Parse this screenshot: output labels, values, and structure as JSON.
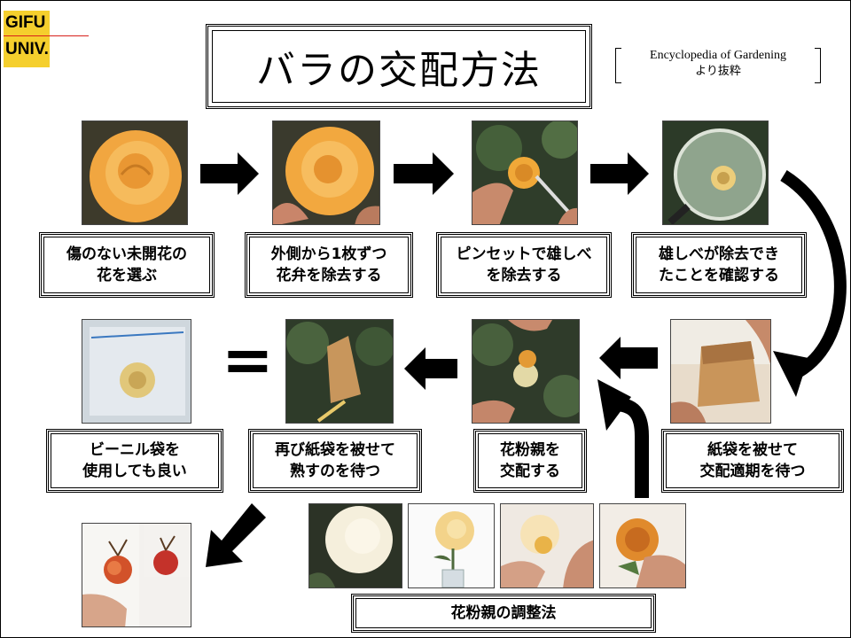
{
  "logo": {
    "line1": "GIFU",
    "line2": "UNIV."
  },
  "title": "バラの交配方法",
  "source": {
    "line1": "Encyclopedia of Gardening",
    "line2": "より抜粋"
  },
  "steps": [
    {
      "label": "傷のない未開花の\n花を選ぶ"
    },
    {
      "label": "外側から1枚ずつ\n花弁を除去する"
    },
    {
      "label": "ピンセットで雄しべ\nを除去する"
    },
    {
      "label": "雄しべが除去でき\nたことを確認する"
    },
    {
      "label": "紙袋を被せて\n交配適期を待つ"
    },
    {
      "label": "花粉親を\n交配する"
    },
    {
      "label": "再び紙袋を被せて\n熟すのを待つ"
    },
    {
      "label": "ビーニル袋を\n使用しても良い"
    }
  ],
  "equals_sign": "=",
  "pollen_prep_label": "花粉親の調整法",
  "colors": {
    "logo_yellow": "#f5cf2d",
    "logo_red_line": "#d8201c",
    "rose_orange": "#f2a640",
    "leaf_green": "#3f5b33",
    "paper_bag": "#c9955a"
  }
}
